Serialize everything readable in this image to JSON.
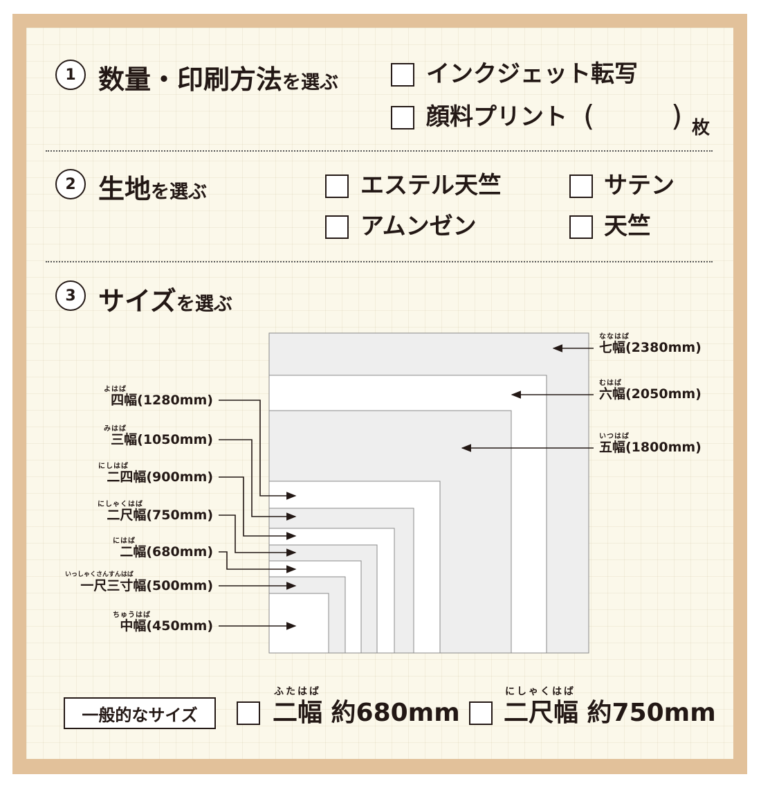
{
  "section1": {
    "number": "1",
    "title_big": "数量・印刷方法",
    "title_small": "を選ぶ",
    "options": [
      "インクジェット転写",
      "顔料プリント"
    ],
    "paren_open": "(",
    "paren_close": ")",
    "unit": "枚"
  },
  "section2": {
    "number": "2",
    "title_big": "生地",
    "title_small": "を選ぶ",
    "options": [
      "エステル天竺",
      "サテン",
      "アムンゼン",
      "天竺"
    ]
  },
  "section3": {
    "number": "3",
    "title_big": "サイズ",
    "title_small": "を選ぶ",
    "sizes_left": [
      {
        "furigana": "よはば",
        "label": "四幅(1280mm)"
      },
      {
        "furigana": "みはば",
        "label": "三幅(1050mm)"
      },
      {
        "furigana": "にしはば",
        "label": "二四幅(900mm)"
      },
      {
        "furigana": "にしゃくはば",
        "label": "二尺幅(750mm)"
      },
      {
        "furigana": "にはば",
        "label": "二幅(680mm)"
      },
      {
        "furigana": "いっしゃくさんすんはば",
        "label": "一尺三寸幅(500mm)"
      },
      {
        "furigana": "ちゅうはば",
        "label": "中幅(450mm)"
      }
    ],
    "sizes_right": [
      {
        "furigana": "ななはば",
        "label": "七幅(2380mm)"
      },
      {
        "furigana": "むはば",
        "label": "六幅(2050mm)"
      },
      {
        "furigana": "いつはば",
        "label": "五幅(1800mm)"
      }
    ]
  },
  "common": {
    "label": "一般的なサイズ",
    "options": [
      {
        "furigana": "ふたはば",
        "label": "二幅 約680mm"
      },
      {
        "furigana": "にしゃくはば",
        "label": "二尺幅 約750mm"
      }
    ]
  },
  "colors": {
    "ink": "#231815",
    "frame": "#e2c19a",
    "paper": "#fbf8ea",
    "diagram_gray": "#eeeeee"
  }
}
